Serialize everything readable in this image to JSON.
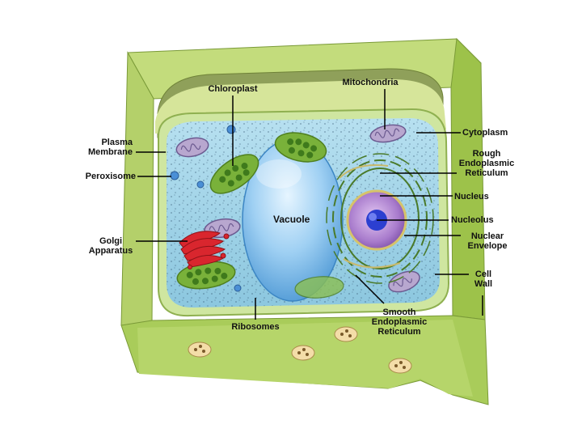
{
  "labels": {
    "chloroplast": "Chloroplast",
    "mitochondria": "Mitochondria",
    "plasma_membrane": "Plasma\nMembrane",
    "peroxisome": "Peroxisome",
    "cytoplasm": "Cytoplasm",
    "rough_er": "Rough\nEndoplasmic\nReticulum",
    "nucleus": "Nucleus",
    "vacuole": "Vacuole",
    "nucleolus": "Nucleolus",
    "nuclear_envelope": "Nuclear\nEnvelope",
    "golgi": "Golgi\nApparatus",
    "cell_wall": "Cell\nWall",
    "ribosomes": "Ribosomes",
    "smooth_er": "Smooth\nEndoplasmic\nReticulum"
  },
  "colors": {
    "cell_wall": "#a9cc5a",
    "cytoplasm": "#a8d4e8",
    "vacuole": "#7fc1ee",
    "chloroplast": "#79b13a",
    "mitochondria": "#b8a7cf",
    "nucleus": "#a67ac9",
    "nucleolus": "#2c3fd0",
    "golgi": "#d9262e"
  }
}
